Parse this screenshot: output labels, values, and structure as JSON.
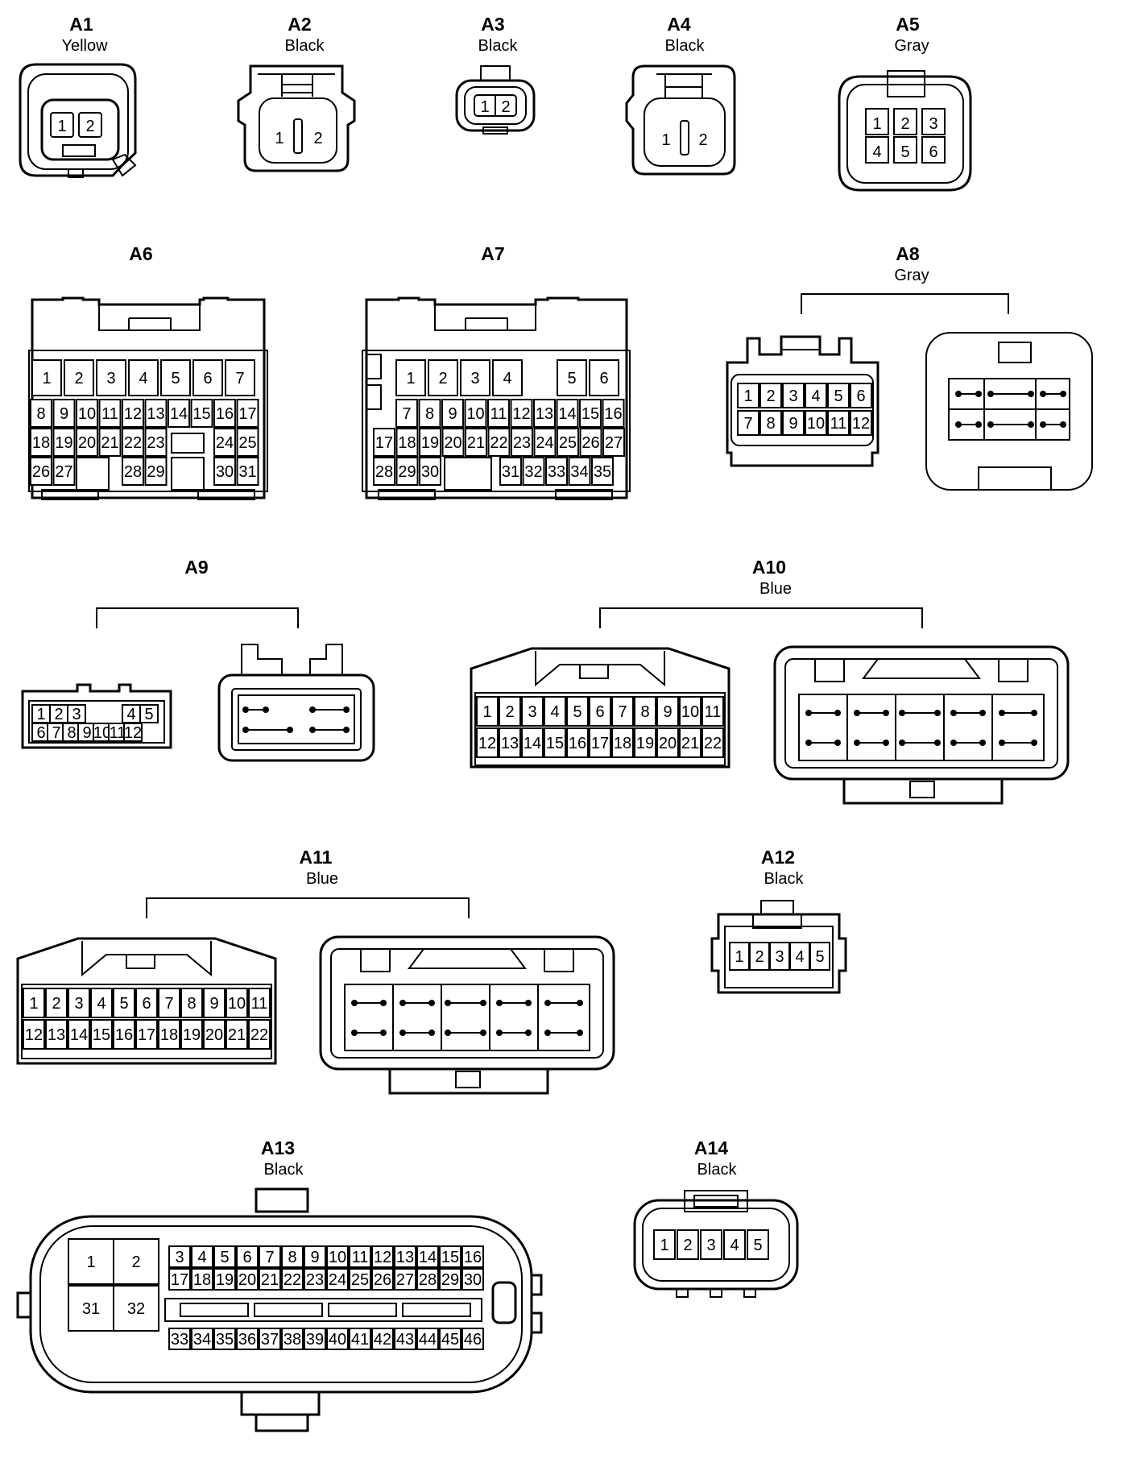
{
  "connectors": [
    {
      "id": "A1",
      "color": "Yellow",
      "pins": [
        "1",
        "2"
      ]
    },
    {
      "id": "A2",
      "color": "Black",
      "pins": [
        "1",
        "2"
      ]
    },
    {
      "id": "A3",
      "color": "Black",
      "pins": [
        "1",
        "2"
      ]
    },
    {
      "id": "A4",
      "color": "Black",
      "pins": [
        "1",
        "2"
      ]
    },
    {
      "id": "A5",
      "color": "Gray",
      "pins": [
        "1",
        "2",
        "3",
        "4",
        "5",
        "6"
      ]
    },
    {
      "id": "A6",
      "color": "",
      "pins": [
        "1",
        "2",
        "3",
        "4",
        "5",
        "6",
        "7",
        "8",
        "9",
        "10",
        "11",
        "12",
        "13",
        "14",
        "15",
        "16",
        "17",
        "18",
        "19",
        "20",
        "21",
        "22",
        "23",
        "24",
        "25",
        "26",
        "27",
        "28",
        "29",
        "30",
        "31"
      ]
    },
    {
      "id": "A7",
      "color": "",
      "pins": [
        "1",
        "2",
        "3",
        "4",
        "5",
        "6",
        "7",
        "8",
        "9",
        "10",
        "11",
        "12",
        "13",
        "14",
        "15",
        "16",
        "17",
        "18",
        "19",
        "20",
        "21",
        "22",
        "23",
        "24",
        "25",
        "26",
        "27",
        "28",
        "29",
        "30",
        "31",
        "32",
        "33",
        "34",
        "35"
      ]
    },
    {
      "id": "A8",
      "color": "Gray",
      "pins": [
        "1",
        "2",
        "3",
        "4",
        "5",
        "6",
        "7",
        "8",
        "9",
        "10",
        "11",
        "12"
      ]
    },
    {
      "id": "A9",
      "color": "",
      "pins": [
        "1",
        "2",
        "3",
        "4",
        "5",
        "6",
        "7",
        "8",
        "9",
        "10",
        "11",
        "12"
      ]
    },
    {
      "id": "A10",
      "color": "Blue",
      "pins": [
        "1",
        "2",
        "3",
        "4",
        "5",
        "6",
        "7",
        "8",
        "9",
        "10",
        "11",
        "12",
        "13",
        "14",
        "15",
        "16",
        "17",
        "18",
        "19",
        "20",
        "21",
        "22"
      ]
    },
    {
      "id": "A11",
      "color": "Blue",
      "pins": [
        "1",
        "2",
        "3",
        "4",
        "5",
        "6",
        "7",
        "8",
        "9",
        "10",
        "11",
        "12",
        "13",
        "14",
        "15",
        "16",
        "17",
        "18",
        "19",
        "20",
        "21",
        "22"
      ]
    },
    {
      "id": "A12",
      "color": "Black",
      "pins": [
        "1",
        "2",
        "3",
        "4",
        "5"
      ]
    },
    {
      "id": "A13",
      "color": "Black",
      "pins": [
        "1",
        "2",
        "31",
        "32",
        "3",
        "4",
        "5",
        "6",
        "7",
        "8",
        "9",
        "10",
        "11",
        "12",
        "13",
        "14",
        "15",
        "16",
        "17",
        "18",
        "19",
        "20",
        "21",
        "22",
        "23",
        "24",
        "25",
        "26",
        "27",
        "28",
        "29",
        "30",
        "33",
        "34",
        "35",
        "36",
        "37",
        "38",
        "39",
        "40",
        "41",
        "42",
        "43",
        "44",
        "45",
        "46"
      ]
    },
    {
      "id": "A14",
      "color": "Black",
      "pins": [
        "1",
        "2",
        "3",
        "4",
        "5"
      ]
    }
  ]
}
